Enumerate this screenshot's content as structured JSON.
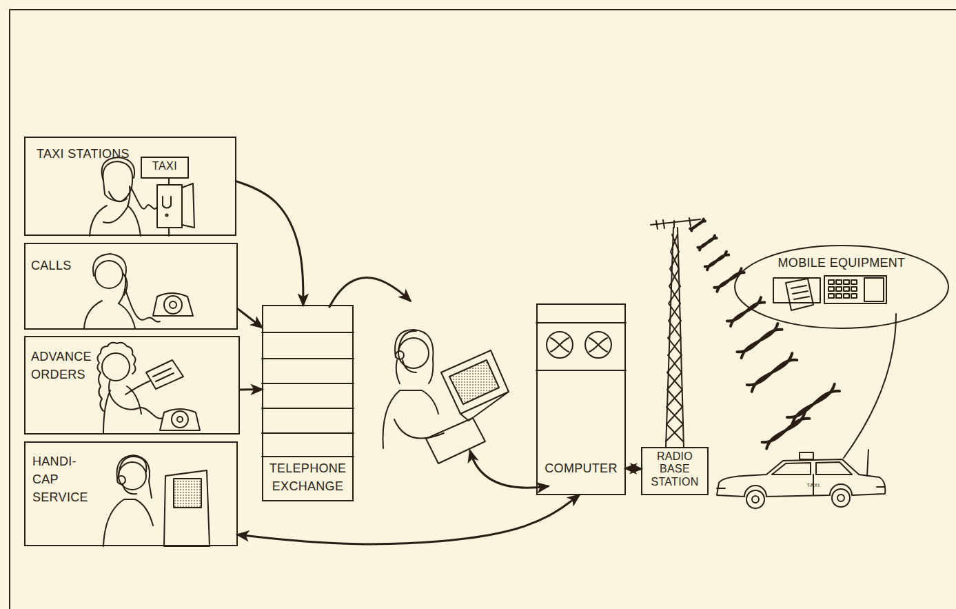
{
  "diagram": {
    "nodes": [
      {
        "text": [
          "TAXI STATIONS"
        ]
      },
      {
        "text": [
          "CALLS"
        ]
      },
      {
        "text": [
          "ADVANCE ORDERS"
        ]
      },
      {
        "text": [
          "HANDI- CAP SERVICE"
        ]
      },
      {
        "text": [
          "TELEPHONE EXCHANGE"
        ]
      },
      {
        "text": [
          "COMPUTER"
        ]
      },
      {
        "text": [
          "RADIO BASE STATION"
        ]
      },
      {
        "text": [
          "MOBILE EQUIPMENT"
        ]
      }
    ],
    "edges": [
      {
        "from": 0,
        "to": 4,
        "arrow": "to"
      },
      {
        "from": 1,
        "to": 4,
        "arrow": "to"
      },
      {
        "from": 2,
        "to": 4,
        "arrow": "to"
      },
      {
        "from": 3,
        "to": 5,
        "arrow": "both"
      },
      {
        "from": 5,
        "to": 6,
        "arrow": "both"
      }
    ],
    "labels": [
      "TAXI",
      "TAXI"
    ]
  }
}
